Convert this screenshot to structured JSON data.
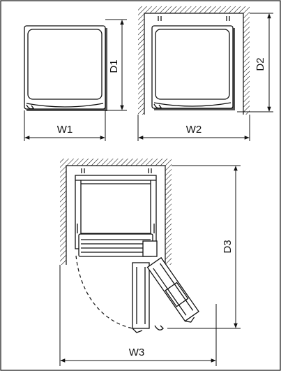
{
  "labels": {
    "w1": "W1",
    "d1": "D1",
    "w2": "W2",
    "d2": "D2",
    "w3": "W3",
    "d3": "D3"
  },
  "colors": {
    "line": "#111111",
    "background": "#ffffff",
    "shadow": "#444444"
  }
}
